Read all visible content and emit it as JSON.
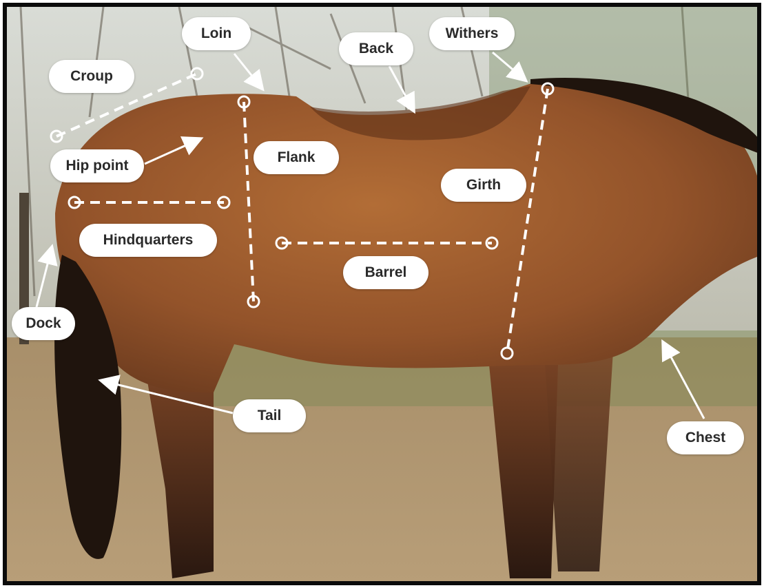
{
  "colors": {
    "frame": "#0b0b0b",
    "coat": "#9a5a2c",
    "mane_tail": "#1f140d",
    "label_bg": "#ffffff",
    "label_text": "#2a2a2a",
    "marker": "#ffffff"
  },
  "labels": {
    "loin": "Loin",
    "back": "Back",
    "withers": "Withers",
    "croup": "Croup",
    "hip_point": "Hip point",
    "flank": "Flank",
    "girth": "Girth",
    "hindquarters": "Hindquarters",
    "barrel": "Barrel",
    "dock": "Dock",
    "tail": "Tail",
    "chest": "Chest"
  }
}
